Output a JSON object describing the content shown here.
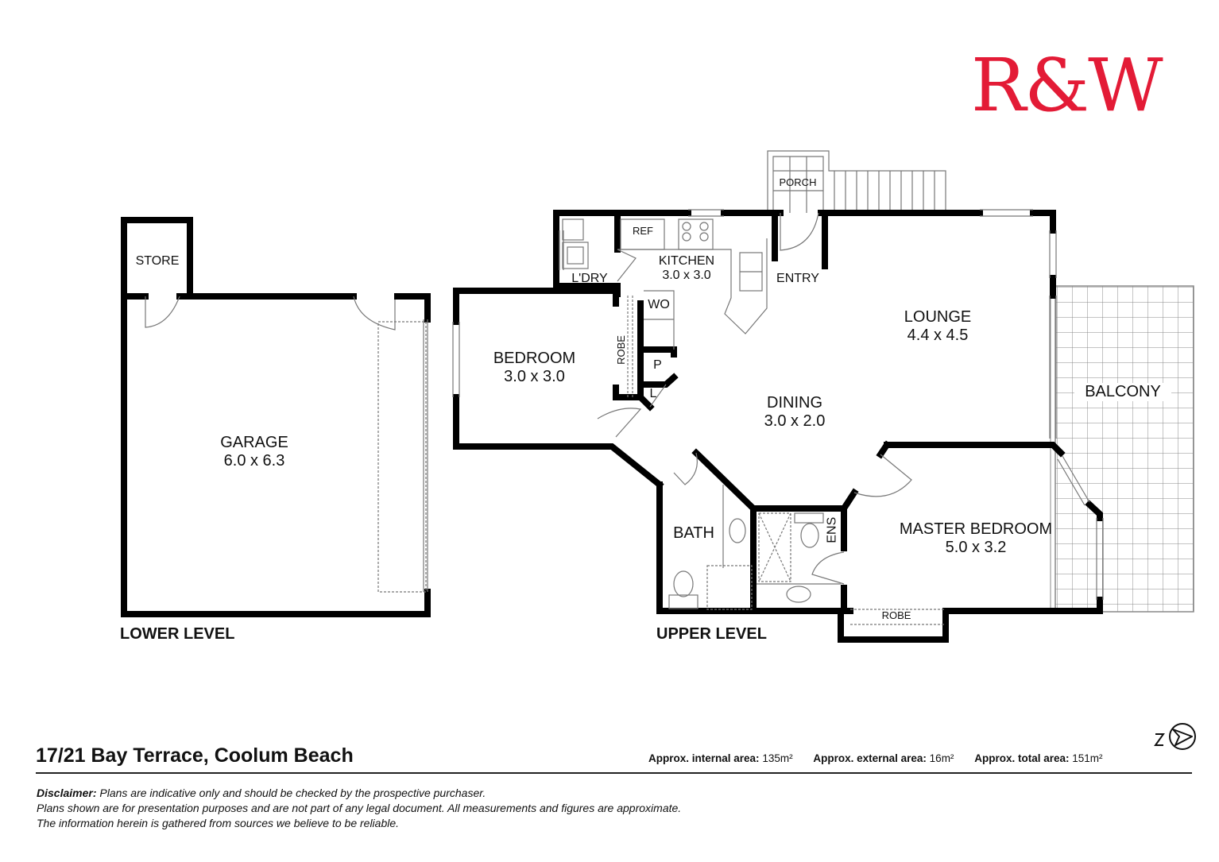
{
  "brand": {
    "logo_text": "R&W",
    "logo_color": "#e31b36"
  },
  "levels": {
    "lower": {
      "label": "LOWER LEVEL",
      "rooms": [
        {
          "name": "STORE",
          "size": ""
        },
        {
          "name": "GARAGE",
          "size": "6.0 x 6.3"
        }
      ]
    },
    "upper": {
      "label": "UPPER LEVEL",
      "rooms": [
        {
          "name": "PORCH",
          "size": ""
        },
        {
          "name": "KITCHEN",
          "size": "3.0 x 3.0"
        },
        {
          "name": "REF",
          "size": ""
        },
        {
          "name": "L'DRY",
          "size": ""
        },
        {
          "name": "ENTRY",
          "size": ""
        },
        {
          "name": "WO",
          "size": ""
        },
        {
          "name": "BEDROOM",
          "size": "3.0 x 3.0"
        },
        {
          "name": "ROBE",
          "size": ""
        },
        {
          "name": "P",
          "size": ""
        },
        {
          "name": "L",
          "size": ""
        },
        {
          "name": "LOUNGE",
          "size": "4.4 x 4.5"
        },
        {
          "name": "DINING",
          "size": "3.0 x 2.0"
        },
        {
          "name": "BALCONY",
          "size": ""
        },
        {
          "name": "BATH",
          "size": ""
        },
        {
          "name": "ENS",
          "size": ""
        },
        {
          "name": "MASTER BEDROOM",
          "size": "5.0 x 3.2"
        },
        {
          "name": "ROBE",
          "size": ""
        }
      ]
    }
  },
  "footer": {
    "address": "17/21 Bay Terrace, Coolum Beach",
    "areas": [
      {
        "label": "Approx. internal area:",
        "value": "135m²"
      },
      {
        "label": "Approx.  external area:",
        "value": "16m²"
      },
      {
        "label": "Approx. total area:",
        "value": "151m²"
      }
    ],
    "disclaimer": {
      "title": "Disclaimer:",
      "line1": "Plans are indicative only and should be checked by the prospective purchaser.",
      "line2": "Plans shown are for presentation purposes and are not part of any legal document. All measurements and figures are approximate.",
      "line3": "The information herein is gathered from sources we believe to be reliable."
    }
  },
  "compass": {
    "letter": "N",
    "icon": "north-arrow-icon"
  }
}
